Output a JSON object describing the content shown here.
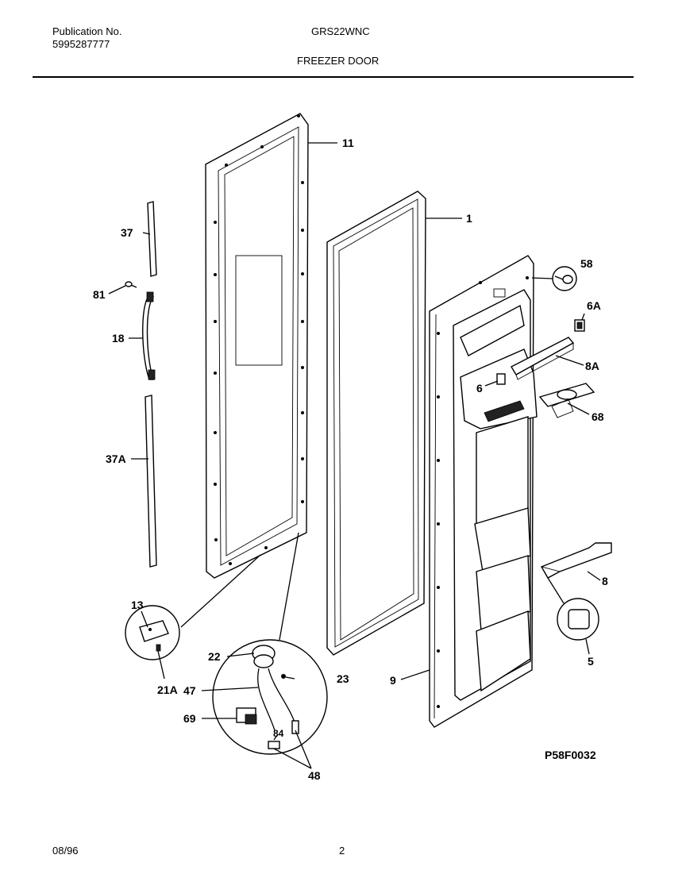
{
  "header": {
    "publication_label": "Publication No.",
    "publication_number": "5995287777",
    "model": "GRS22WNC",
    "section_title": "FREEZER DOOR"
  },
  "callouts": {
    "p11": "11",
    "p1": "1",
    "p37": "37",
    "p81": "81",
    "p18": "18",
    "p37a": "37A",
    "p58": "58",
    "p6a": "6A",
    "p8a": "8A",
    "p6": "6",
    "p68": "68",
    "p8": "8",
    "p5": "5",
    "p13": "13",
    "p21a": "21A",
    "p22": "22",
    "p23": "23",
    "p47": "47",
    "p9": "9",
    "p69": "69",
    "p84": "84",
    "p48": "48"
  },
  "figure_code": "P58F0032",
  "footer": {
    "date": "08/96",
    "page": "2"
  }
}
